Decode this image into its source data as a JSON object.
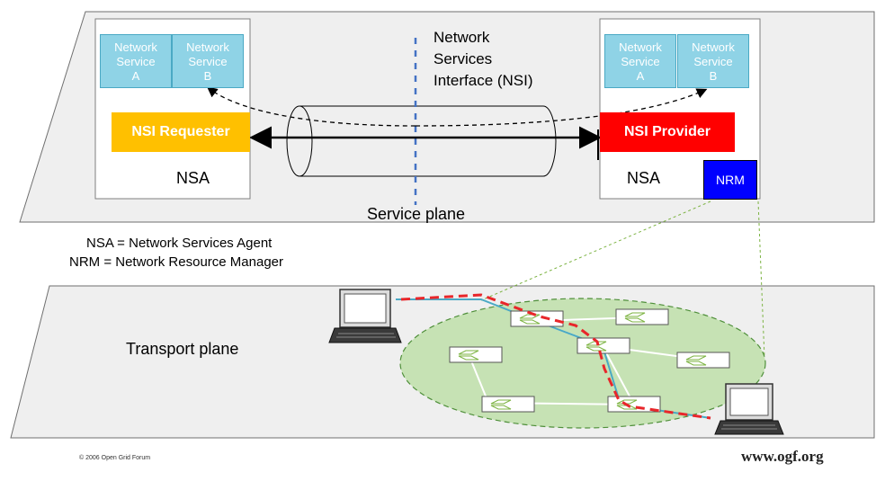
{
  "diagram": {
    "interface_label": [
      "Network",
      "Services",
      "Interface (NSI)"
    ],
    "left_nsa": {
      "services": [
        {
          "lines": [
            "Network",
            "Service",
            "A"
          ]
        },
        {
          "lines": [
            "Network",
            "Service",
            "B"
          ]
        }
      ],
      "role": "NSI Requester",
      "label": "NSA"
    },
    "right_nsa": {
      "services": [
        {
          "lines": [
            "Network",
            "Service",
            "A"
          ]
        },
        {
          "lines": [
            "Network",
            "Service",
            "B"
          ]
        }
      ],
      "role": "NSI Provider",
      "label": "NSA",
      "nrm": "NRM"
    },
    "service_plane_label": "Service plane",
    "transport_plane_label": "Transport plane",
    "legend": [
      "NSA = Network Services Agent",
      "NRM = Network Resource Manager"
    ],
    "footer_copyright": "© 2006 Open Grid Forum",
    "footer_url": "www.ogf.org",
    "colors": {
      "plane_fill": "#efefef",
      "service_box": "#8fd3e6",
      "requester": "#ffc000",
      "provider": "#ff0000",
      "nrm": "#0000ff",
      "network_cloud": "#c6e2b4",
      "interface_line": "#4472c4",
      "path": "#e8262a"
    }
  }
}
